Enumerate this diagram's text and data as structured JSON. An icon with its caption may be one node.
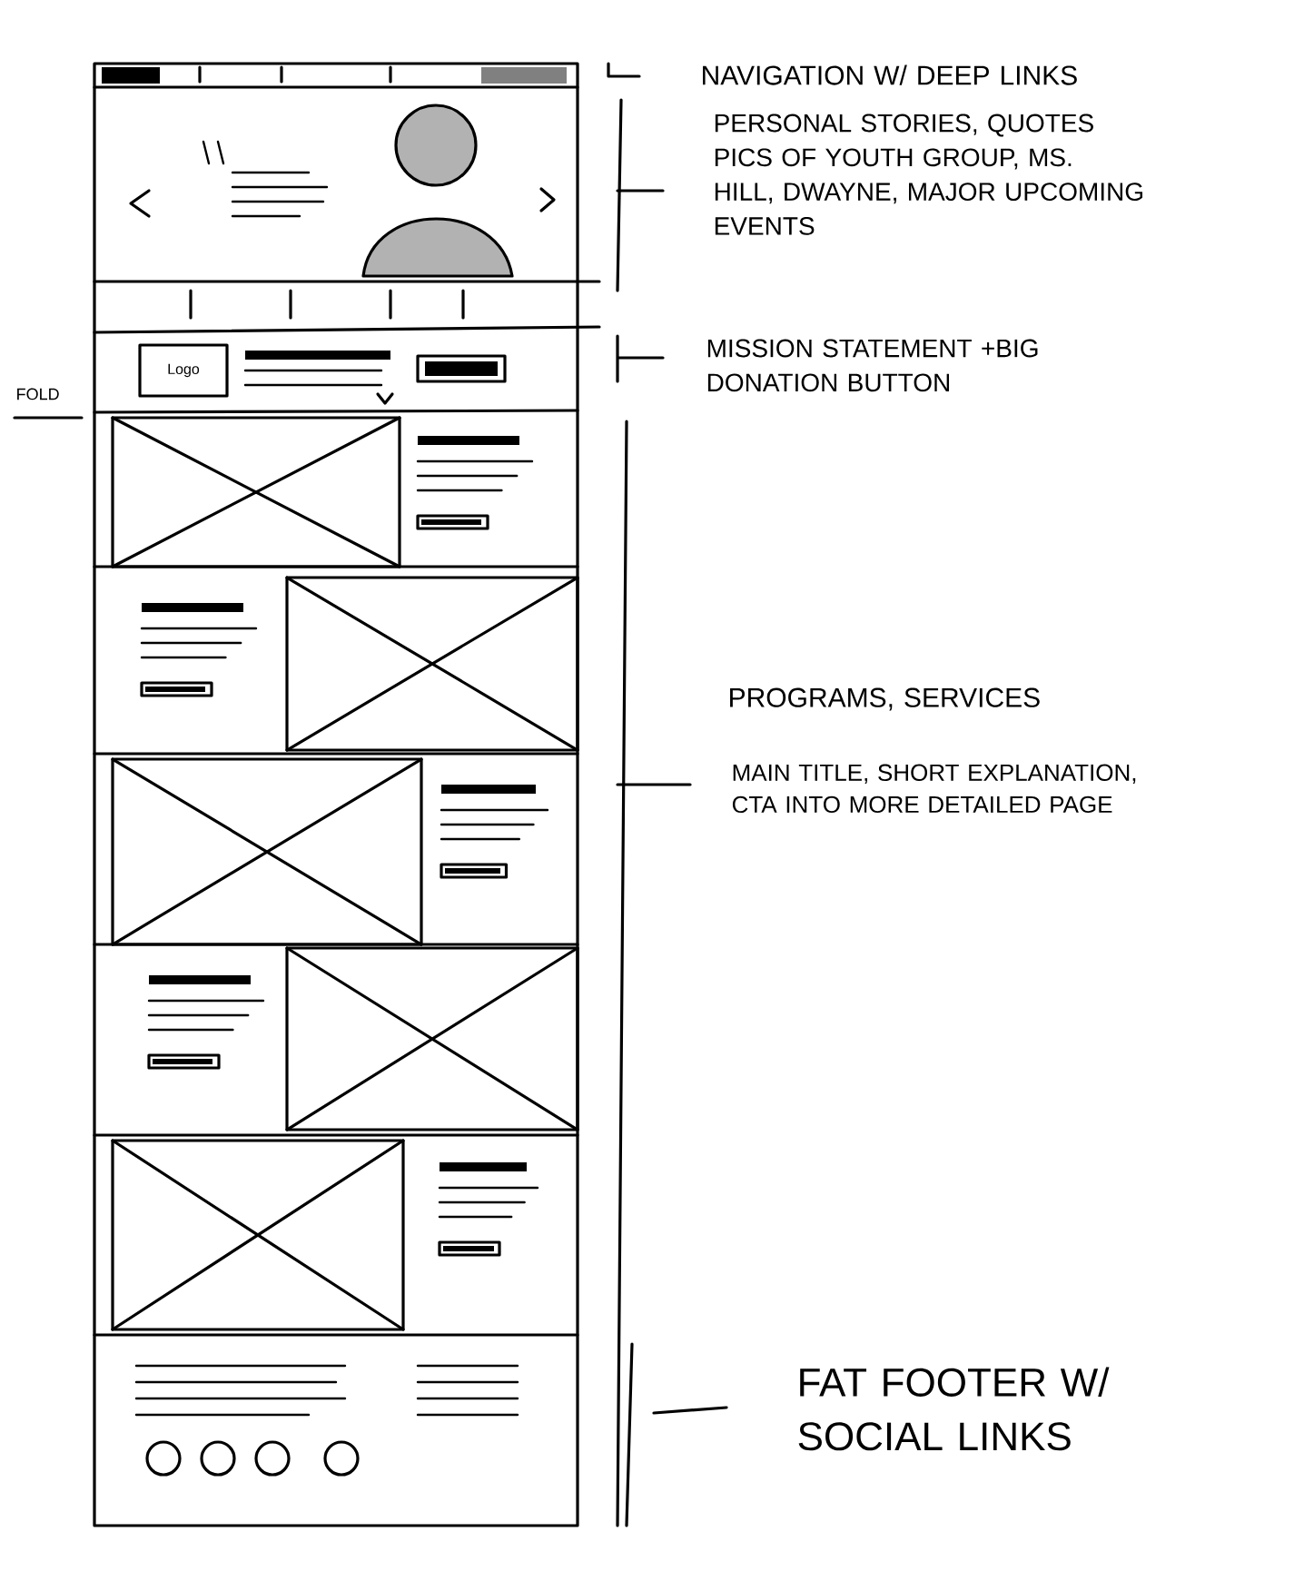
{
  "diagram": {
    "nodes": [
      {
        "text": [
          "Logo"
        ]
      }
    ],
    "labels": [
      "NAVIGATION W/ DEEP LINKS",
      "PERSONAL STORIES, QUOTES PICS OF YOUTH GROUP, MS. HILL, DWAYNE, MAJOR UPCOMING EVENTS",
      "FOLD",
      "MISSION STATEMENT +BIG DONATION BUTTON",
      "PROGRAMS, SERVICES",
      "MAIN TITLE, SHORT EXPLANATION, CTA INTO MORE DETAILED PAGE",
      "FAT FOOTER W/ SOCIAL LINKS"
    ]
  }
}
